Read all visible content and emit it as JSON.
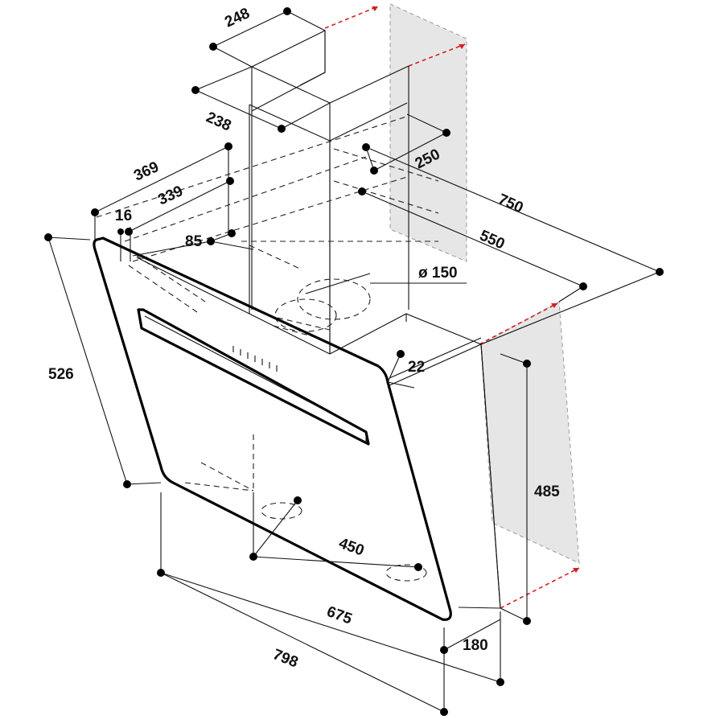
{
  "dimensions": {
    "chimney_top_width": "248",
    "chimney_depth": "238",
    "chimney_lower_depth": "250",
    "height_369": "369",
    "height_339": "339",
    "offset_16": "16",
    "offset_85": "85",
    "total_height": "750",
    "height_550": "550",
    "outlet_diameter": "ø 150",
    "panel_depth": "22",
    "glass_height": "526",
    "wall_height": "485",
    "fixing_450": "450",
    "width_675": "675",
    "total_width": "798",
    "hood_depth": "180"
  },
  "colors": {
    "wall_fill": "#e6e6e6",
    "red_markers": "#d42020"
  }
}
